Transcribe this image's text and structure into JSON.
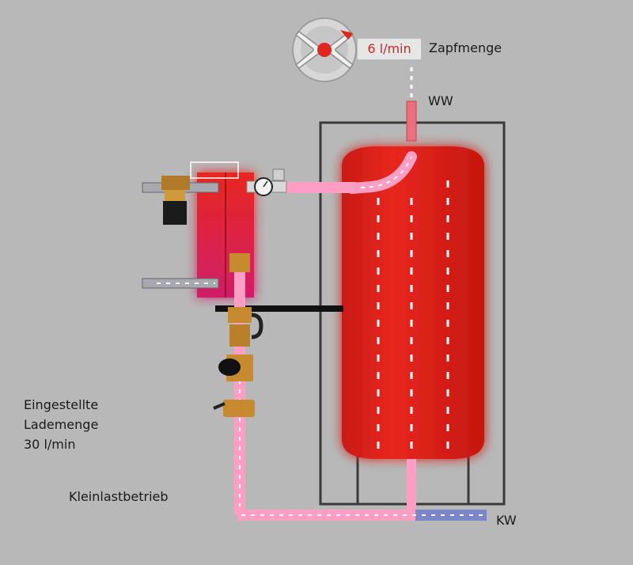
{
  "tap": {
    "flow_rate": "6 l/min",
    "flow_label": "Zapfmenge"
  },
  "outlets": {
    "hot_water": "WW",
    "cold_water": "KW"
  },
  "settings": {
    "line1": "Eingestellte",
    "line2": "Lademenge",
    "line3": "30 l/min"
  },
  "mode": "Kleinlastbetrieb",
  "icons": [
    "tap-valve-icon",
    "pressure-gauge-icon",
    "circulation-pump-icon",
    "shutoff-valve-icon"
  ],
  "colors": {
    "background": "#b8b8b8",
    "tank": "#e3261f",
    "hot_pipe": "#ff9ec4",
    "cold_pipe": "#7a86c8",
    "accent_text": "#d3261e"
  }
}
